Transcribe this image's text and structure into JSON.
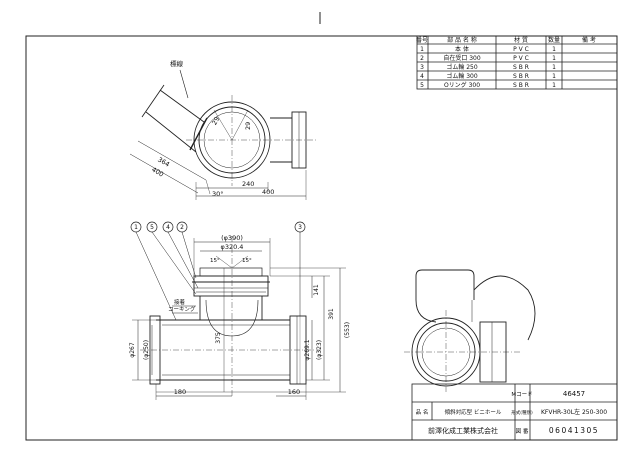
{
  "parts_table": {
    "headers": [
      "番号",
      "部 品 名 称",
      "材 質",
      "数量",
      "備 考"
    ],
    "rows": [
      {
        "no": "1",
        "name": "本 体",
        "material": "P V C",
        "qty": "1"
      },
      {
        "no": "2",
        "name": "自在受口 300",
        "material": "P V C",
        "qty": "1"
      },
      {
        "no": "3",
        "name": "ゴム輪 250",
        "material": "S B R",
        "qty": "1"
      },
      {
        "no": "4",
        "name": "ゴム輪 300",
        "material": "S B R",
        "qty": "1"
      },
      {
        "no": "5",
        "name": "Oリング 300",
        "material": "S B R",
        "qty": "1"
      }
    ]
  },
  "top_view": {
    "label_marker": "標線",
    "dim_29a": "29",
    "dim_29b": "29",
    "dim_364": "364",
    "dim_400_diag": "400",
    "angle_30": "30°",
    "dim_240": "240",
    "dim_400": "400"
  },
  "front_view": {
    "balloons": [
      "1",
      "5",
      "4",
      "2",
      "3"
    ],
    "dim_390": "(φ390)",
    "dim_320": "φ320.4",
    "angle_left": "15°",
    "angle_right": "15°",
    "label_contact": "接着",
    "label_caulking": "コーキング",
    "dim_141": "141",
    "dim_391": "391",
    "dim_553": "(553)",
    "dim_375": "375",
    "dim_267": "φ267",
    "dim_250": "(φ250)",
    "dim_269": "φ269.1",
    "dim_323": "(φ323)",
    "dim_180": "180",
    "dim_160": "160"
  },
  "title_block": {
    "code_label": "Mコード",
    "code_value": "46457",
    "name_label": "品 名",
    "name_value": "傾斜対応型 ビニホール",
    "model_label": "形式(種別)",
    "model_value": "KFVHR-30L左 250-300",
    "company": "前澤化成工業株式会社",
    "drawing_no_label": "図 番",
    "drawing_no": "06041305"
  }
}
